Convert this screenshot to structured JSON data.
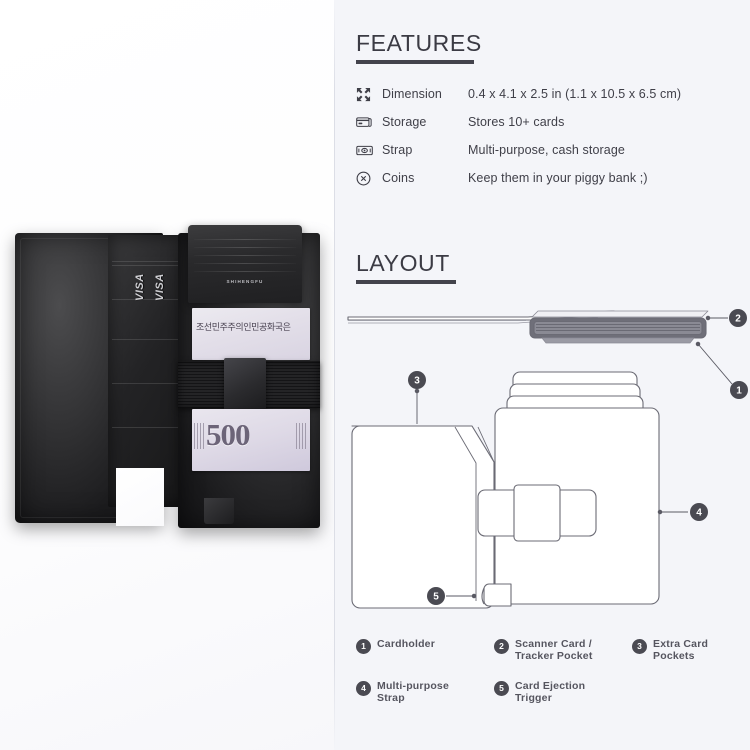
{
  "product": {
    "brand_mark": "SHIHENGFU",
    "card_label": "VISA",
    "banknote_text": "조선민주주의인민공화국은",
    "banknote_value": "500"
  },
  "features": {
    "title": "FEATURES",
    "rows": [
      {
        "icon": "expand-arrows-icon",
        "label": "Dimension",
        "value": "0.4 x 4.1 x 2.5 in (1.1 x 10.5 x 6.5 cm)"
      },
      {
        "icon": "credit-card-icon",
        "label": "Storage",
        "value": "Stores 10+ cards"
      },
      {
        "icon": "banknote-icon",
        "label": "Strap",
        "value": "Multi-purpose, cash storage"
      },
      {
        "icon": "circle-x-icon",
        "label": "Coins",
        "value": "Keep them in your piggy bank ;)"
      }
    ]
  },
  "layout": {
    "title": "LAYOUT",
    "callouts": [
      {
        "number": "1"
      },
      {
        "number": "2"
      },
      {
        "number": "3"
      },
      {
        "number": "4"
      },
      {
        "number": "5"
      }
    ],
    "legend": [
      {
        "number": "1",
        "text": "Cardholder"
      },
      {
        "number": "2",
        "text": "Scanner Card /\nTracker Pocket"
      },
      {
        "number": "3",
        "text": "Extra Card\nPockets"
      },
      {
        "number": "4",
        "text": "Multi-purpose\nStrap"
      },
      {
        "number": "5",
        "text": "Card Ejection\nTrigger"
      }
    ]
  },
  "colors": {
    "panel_bg": "#f4f5f9",
    "text": "#3f3f48",
    "callout": "#4a4a52",
    "outline": "#6b6b75"
  }
}
